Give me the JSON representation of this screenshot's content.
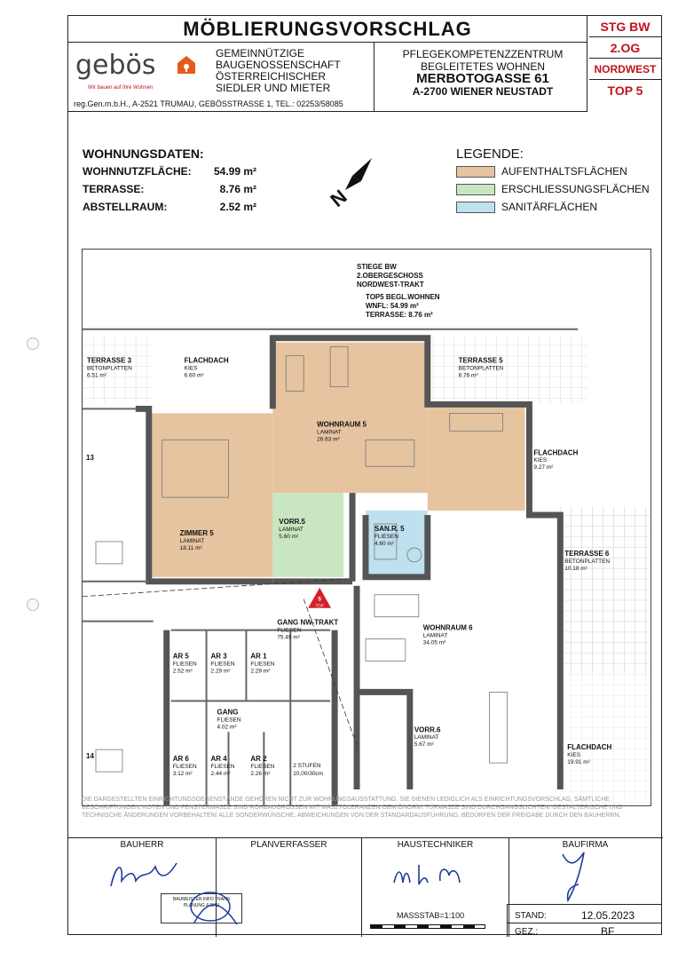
{
  "header": {
    "title": "MÖBLIERUNGSVORSCHLAG",
    "tags": [
      "STG BW",
      "2.OG",
      "NORDWEST",
      "TOP 5"
    ],
    "logo": {
      "name": "gebös",
      "tagline": "Wir bauen auf Ihre Wohnen"
    },
    "org_lines": [
      "GEMEINNÜTZIGE",
      "BAUGENOSSENSCHAFT",
      "ÖSTERREICHISCHER",
      "SIEDLER UND MIETER"
    ],
    "project_lines": [
      "PFLEGEKOMPETENZZENTRUM",
      "BEGLEITETES WOHNEN",
      "MERBOTOGASSE 61",
      "A-2700 WIENER NEUSTADT"
    ],
    "address": "reg.Gen.m.b.H., A-2521 TRUMAU, GEBÖSSTRASSE 1, TEL.: 02253/58085",
    "tag_color": "#c0141c"
  },
  "wohnungsdaten": {
    "title": "WOHNUNGSDATEN:",
    "rows": [
      {
        "label": "WOHNNUTZFLÄCHE:",
        "value": "54.99 m²"
      },
      {
        "label": "TERRASSE:",
        "value": "8.76 m²"
      },
      {
        "label": "ABSTELLRAUM:",
        "value": "2.52 m²"
      }
    ]
  },
  "legende": {
    "title": "LEGENDE:",
    "items": [
      {
        "label": "AUFENTHALTSFLÄCHEN",
        "color": "#e6c4a0"
      },
      {
        "label": "ERSCHLIESSUNGSFLÄCHEN",
        "color": "#c8e6c0"
      },
      {
        "label": "SANITÄRFLÄCHEN",
        "color": "#bfe0ee"
      }
    ]
  },
  "plan": {
    "heading": [
      "STIEGE BW",
      "2.OBERGESCHOSS",
      "NORDWEST-TRAKT"
    ],
    "top": [
      "TOP5 BEGL.WOHNEN",
      "WNFL: 54.99 m²",
      "TERRASSE: 8.76 m²"
    ],
    "rooms": {
      "wohnraum5": [
        "WOHNRAUM 5",
        "LAMINAT",
        "26.63 m²"
      ],
      "zimmer5": [
        "ZIMMER 5",
        "LAMINAT",
        "18.11 m²"
      ],
      "vorr5": [
        "VORR.5",
        "LAMINAT",
        "5.60 m²"
      ],
      "sanr5": [
        "SAN.R. 5",
        "FLIESEN",
        "4.60 m²"
      ],
      "terrasse3": [
        "TERRASSE 3",
        "BETONPLATTEN",
        "6.51 m²"
      ],
      "terrasse5": [
        "TERRASSE 5",
        "BETONPLATTEN",
        "8.76 m²"
      ],
      "terrasse6": [
        "TERRASSE 6",
        "BETONPLATTEN",
        "10.18 m²"
      ],
      "flachdach1": [
        "FLACHDACH",
        "KIES",
        "6.60 m²"
      ],
      "flachdach2": [
        "FLACHDACH",
        "KIES",
        "9.27 m²"
      ],
      "flachdach3": [
        "FLACHDACH",
        "KIES",
        "19.91 m²"
      ],
      "gang": [
        "GANG NW-TRAKT",
        "FLIESEN",
        "75.49 m²"
      ],
      "wohnraum6": [
        "WOHNRAUM 6",
        "LAMINAT",
        "34.05 m²"
      ],
      "vorr6": [
        "VORR.6",
        "LAMINAT",
        "5.67 m²"
      ],
      "ar5": [
        "AR 5",
        "FLIESEN",
        "2.52 m²"
      ],
      "ar3": [
        "AR 3",
        "FLIESEN",
        "2.29 m²"
      ],
      "ar1": [
        "AR 1",
        "FLIESEN",
        "2.29 m²"
      ],
      "gang2": [
        "GANG",
        "FLIESEN",
        "4.02 m²"
      ],
      "ar6": [
        "AR 6",
        "FLIESEN",
        "3.12 m²"
      ],
      "ar4": [
        "AR 4",
        "FLIESEN",
        "2.44 m²"
      ],
      "ar2": [
        "AR 2",
        "FLIESEN",
        "2.26 m²"
      ]
    },
    "stufen": [
      "2 STUFEN",
      "10,00/30cm"
    ],
    "marker": [
      "5",
      "TOP"
    ],
    "side_numbers": [
      "13",
      "14"
    ]
  },
  "disclaimer": "DIE DARGESTELLTEN EINRICHTUNGSGEGENSTÄNDE GEHÖREN NICHT ZUR WOHNUNGSAUSSTATTUNG. SIE DIENEN LEDIGLICH ALS EINRICHTUNGSVORSCHLAG. SÄMTLICHE BESCHRIFTUNGEN, KOTEN UND FENSTERMASZE SIND ROHBAUGRÖSSEN MIT MASZTOLERANZEN GEM.ÖNORM. TÜRMASZE SIND DURCHGANGSLICHTEN. GESTALTERISCHE UND TECHNISCHE ÄNDERUNGEN VORBEHALTEN! ALLE SONDERWÜNSCHE, ABWEICHUNGEN VON DER STANDARDAUSFÜHRUNG, BEDÜRFEN DER FREIGABE DURCH DEN BAUHERRN.",
  "footer": {
    "columns": [
      "BAUHERR",
      "PLANVERFASSER",
      "HAUSTECHNIKER",
      "BAUFIRMA"
    ],
    "massstab": "MASSSTAB=1:100",
    "stand_label": "STAND:",
    "stand_value": "12.05.2023",
    "gez_label": "GEZ.:",
    "gez_value": "BF",
    "stamp_lines": [
      "BAUMEISTER INFO TRANS",
      "PLANUNG & BAU"
    ]
  }
}
